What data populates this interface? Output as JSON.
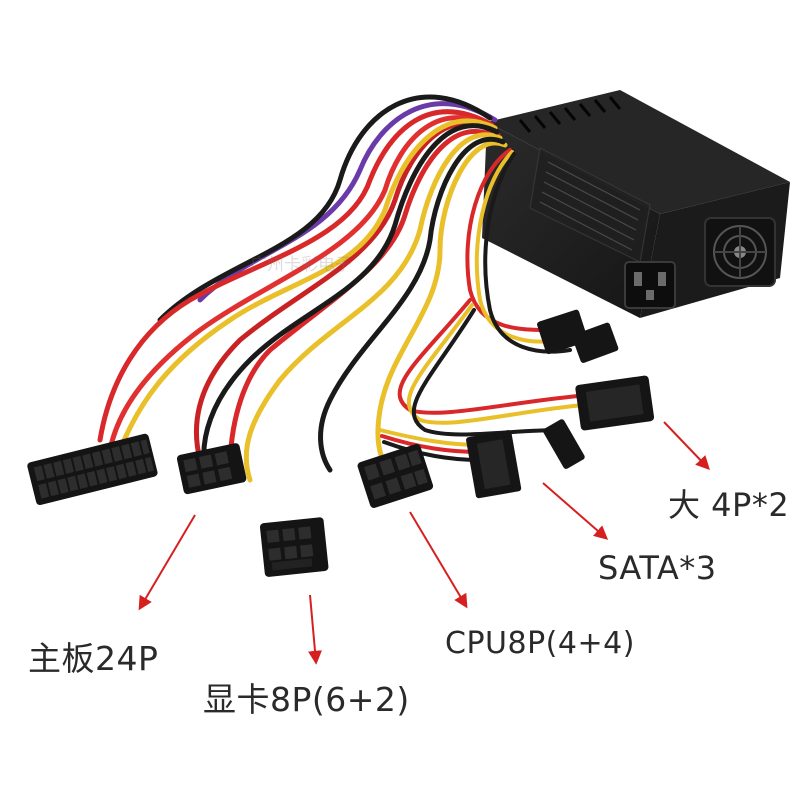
{
  "labels": {
    "motherboard": "主板24P",
    "gpu": "显卡8P(6+2)",
    "cpu": "CPU8P(4+4)",
    "sata": "SATA*3",
    "molex": "大 4P*2"
  },
  "watermark": "广州卡彩电子",
  "colors": {
    "arrow": "#d62020",
    "psu_body": "#1d1d1d",
    "wire_red": "#d8282a",
    "wire_yellow": "#e9bf2a",
    "wire_black": "#1a1a1a",
    "wire_purple": "#6a3aa8"
  }
}
